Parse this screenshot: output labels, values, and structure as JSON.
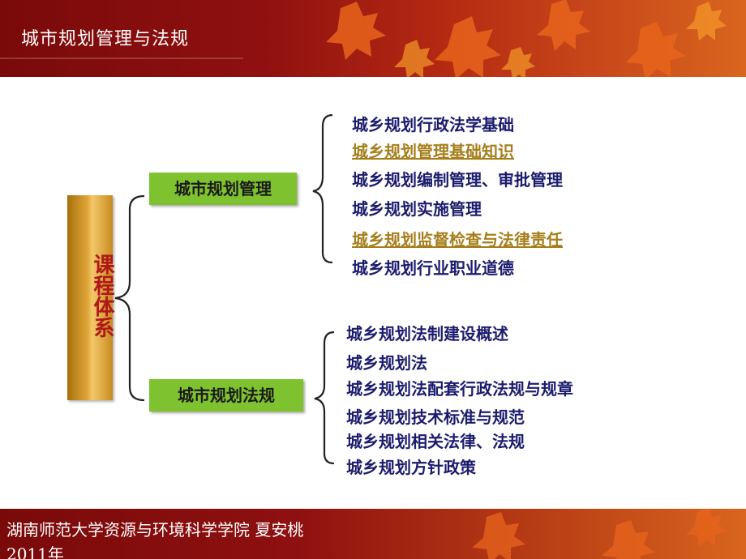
{
  "header": {
    "title": "城市规划管理与法规"
  },
  "root": {
    "label": "课程体系"
  },
  "branches": [
    {
      "label": "城市规划管理",
      "items": [
        {
          "text": "城乡规划行政法学基础",
          "link": false
        },
        {
          "text": "城乡规划管理基础知识",
          "link": true
        },
        {
          "text": "城乡规划编制管理、审批管理",
          "link": false
        },
        {
          "text": "城乡规划实施管理",
          "link": false
        },
        {
          "text": "城乡规划监督检查与法律责任",
          "link": true
        },
        {
          "text": "城乡规划行业职业道德",
          "link": false
        }
      ]
    },
    {
      "label": "城市规划法规",
      "items": [
        {
          "text": "城乡规划法制建设概述",
          "link": false
        },
        {
          "text": "城乡规划法",
          "link": false
        },
        {
          "text": "城乡规划法配套行政法规与规章",
          "link": false
        },
        {
          "text": "城乡规划技术标准与规范",
          "link": false
        },
        {
          "text": "城乡规划相关法律、法规",
          "link": false
        },
        {
          "text": "城乡规划方针政策",
          "link": false
        }
      ]
    }
  ],
  "footer": {
    "line1": "湖南师范大学资源与环境科学学院  夏安桃",
    "line2": "2011年"
  },
  "colors": {
    "header_red": "#8f1010",
    "branch_green": "#7fc230",
    "item_navy": "#1c1c6e",
    "link_gold": "#a57f1c",
    "root_text": "#b01818"
  }
}
